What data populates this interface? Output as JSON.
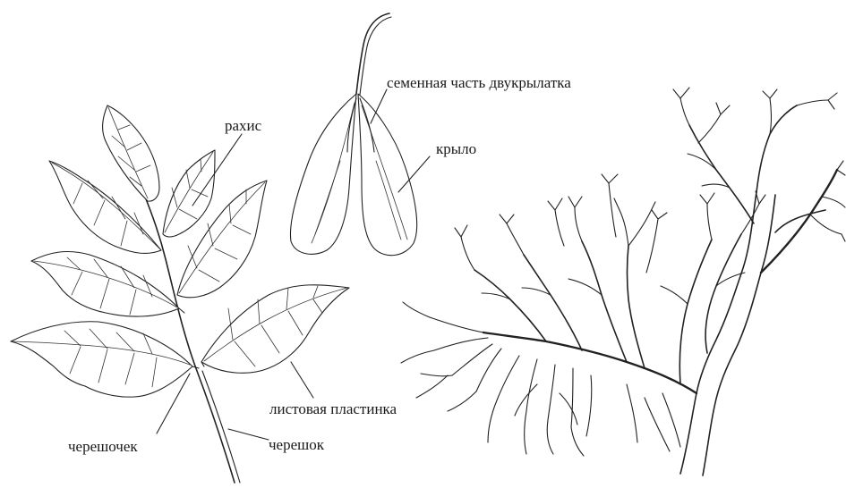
{
  "labels": {
    "rachis": "рахис",
    "seed_part": "семенная часть двукрылатка",
    "wing": "крыло",
    "leaf_blade": "листовая пластинка",
    "petiolule": "черешочек",
    "petiole": "черешок"
  },
  "colors": {
    "ink": "#222222",
    "background": "#ffffff"
  }
}
